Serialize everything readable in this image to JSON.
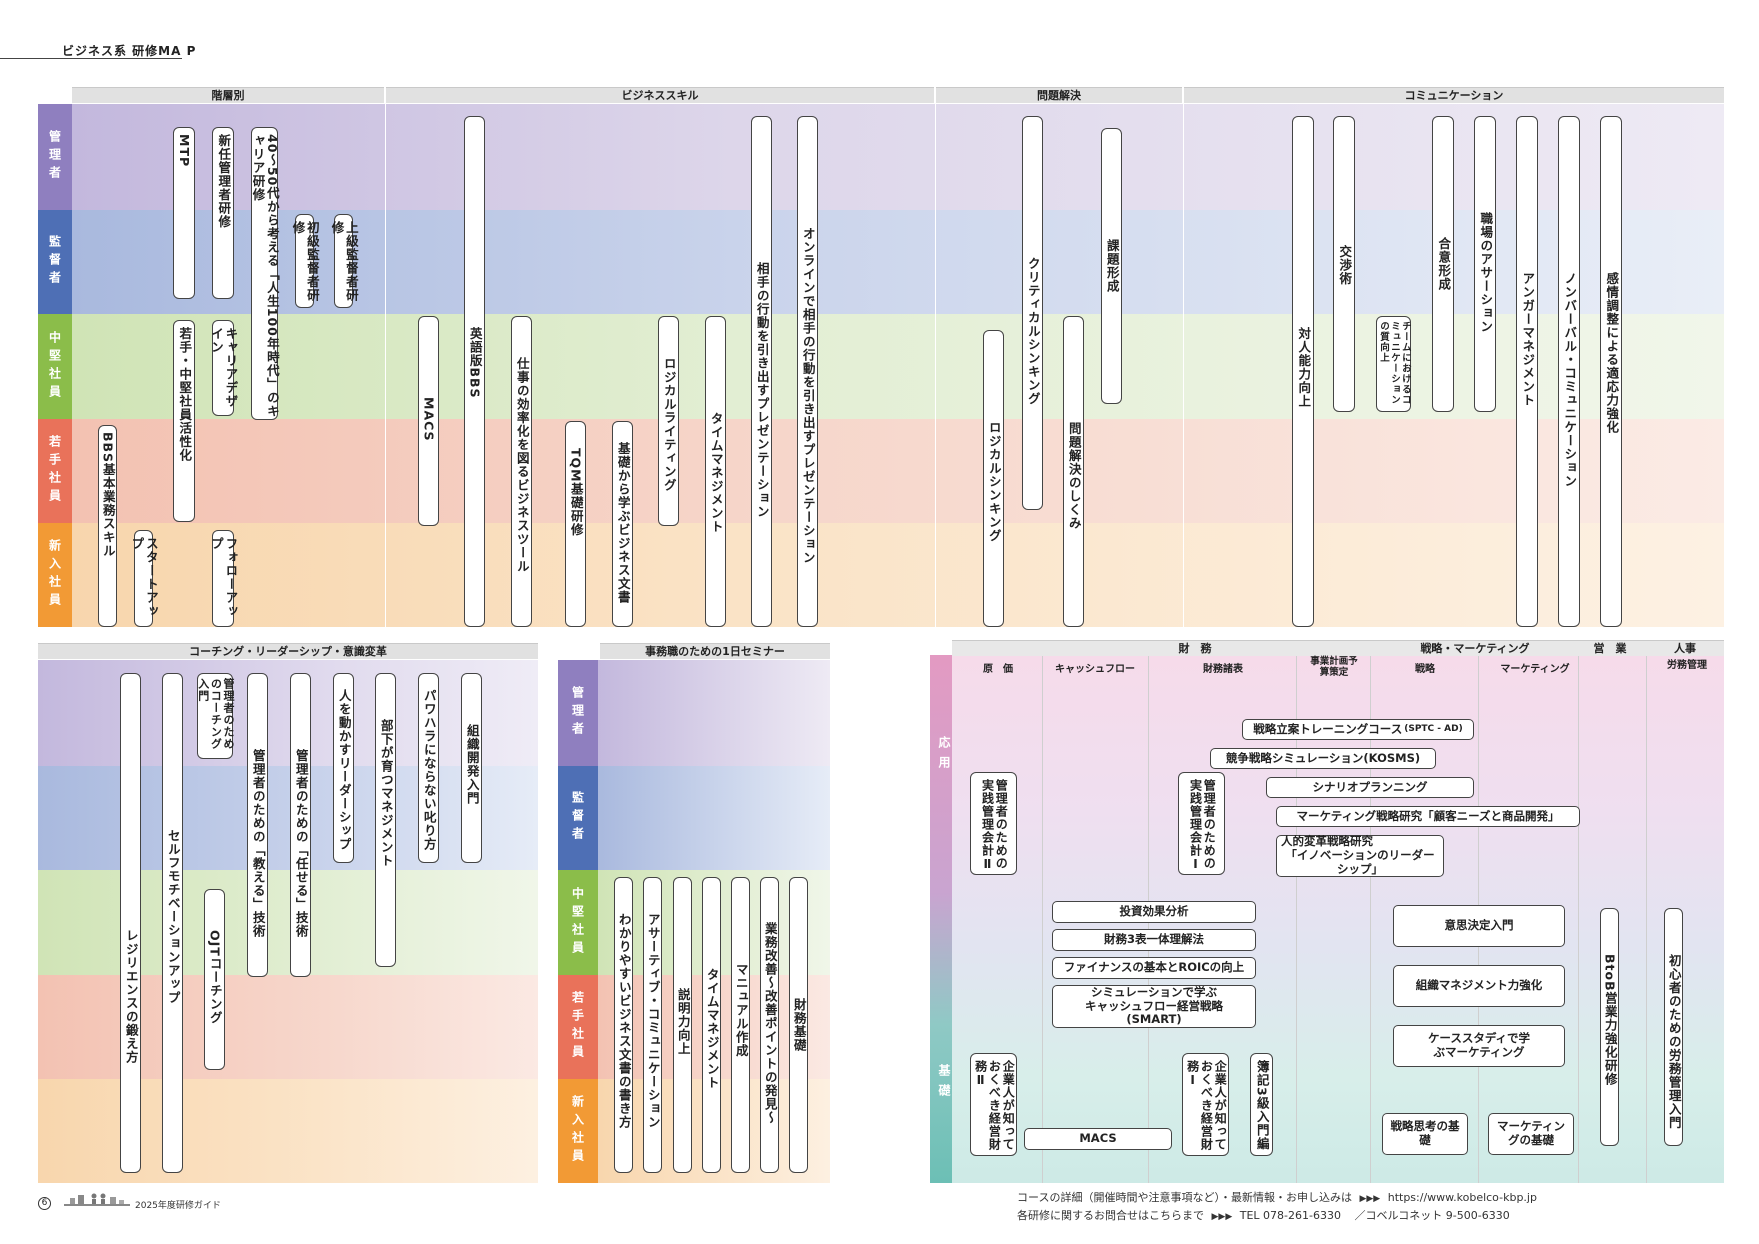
{
  "page": {
    "title": "ビジネス系 研修MA P",
    "page_number": "6",
    "guide_label": "2025年度研修ガイド"
  },
  "colors": {
    "mgr": "#8f7fbf",
    "sup": "#4e6fb5",
    "mid": "#8bbd4a",
    "yng": "#e9725a",
    "new": "#f29a35"
  },
  "levels": [
    "管理者",
    "監督者",
    "中堅社員",
    "若手社員",
    "新入社員"
  ],
  "top": {
    "sections": [
      "階層別",
      "ビジネススキル",
      "問題解決",
      "コミュニケーション"
    ],
    "courses": {
      "bbs_basic": "BBS基本業務スキル",
      "startup": "スタートアップ",
      "mtp": "MTP",
      "young_mid": "若手・中堅社員活性化",
      "new_mgr": "新任管理者研修",
      "career_design": "キャリアデザイン",
      "follow_up": "フォローアップ",
      "career_100": "40～50代から考える「人生100年時代」のキャリア研修",
      "junior_sup": "初級監督者研修",
      "senior_sup": "上級監督者研修",
      "macs": "MACS",
      "bbs_en": "英語版BBS",
      "work_eff": "仕事の効率化を図るビジネスツール",
      "tqm": "TQM基礎研修",
      "biz_doc": "基礎から学ぶビジネス文書",
      "logical_writing": "ロジカルライティング",
      "time_mgmt": "タイムマネジメント",
      "presentation": "相手の行動を引き出すプレゼンテーション",
      "online_pres": "オンラインで相手の行動を引き出すプレゼンテーション",
      "logical_thinking": "ロジカルシンキング",
      "critical_thinking": "クリティカルシンキング",
      "problem_solving": "問題解決のしくみ",
      "issue_forming": "課題形成",
      "interpersonal": "対人能力向上",
      "negotiation": "交渉術",
      "team_comm": "チームにおけるコミュニケーションの質向上",
      "consensus": "合意形成",
      "assertion": "職場のアサーション",
      "anger": "アンガーマネジメント",
      "nonverbal": "ノンバーバル・コミュニケーション",
      "emotion": "感情調整による適応力強化"
    }
  },
  "bottom_left": {
    "section": "コーチング・リーダーシップ・意識変革",
    "courses": {
      "resilience": "レジリエンスの鍛え方",
      "self_motivation": "セルフモチベーションアップ",
      "coaching_intro": "管理者のためのコーチング入門",
      "ojt": "OJTコーチング",
      "teaching": "管理者のための「教える」技術",
      "delegating": "管理者のための「任せる」技術",
      "leadership": "人を動かすリーダーシップ",
      "subordinate": "部下が育つマネジメント",
      "harassment": "パワハラにならない叱り方",
      "org_dev": "組織開発入門"
    }
  },
  "bottom_mid": {
    "section": "事務職のための1日セミナー",
    "courses": {
      "biz_writing": "わかりやすいビジネス文書の書き方",
      "assertive": "アサーティブ・コミュニケーション",
      "explain": "説明力向上",
      "time_mgmt2": "タイムマネジメント",
      "manual": "マニュアル作成",
      "improvement": "業務改善～改善ポイントの発見～",
      "finance_basic": "財務基礎"
    }
  },
  "bottom_right": {
    "header_top": {
      "finance": "財　務",
      "strategy": "戦略・マーケティング",
      "sales": "営　業",
      "hr": "人事"
    },
    "header_sub": {
      "cost": "原　価",
      "cashflow": "キャッシュフロー",
      "statements": "財務諸表",
      "planning": "事業計画予算策定",
      "strategy": "戦略",
      "marketing": "マーケティング",
      "labor": "労務管理"
    },
    "side": {
      "applied": "応用",
      "basic": "基礎"
    },
    "courses": {
      "practical_acc2": "管理者のための実践管理会計Ⅱ",
      "practical_acc1": "管理者のための実践管理会計Ⅰ",
      "sptc": "戦略立案トレーニングコース",
      "sptc_tag": "(SPTC - AD)",
      "kosms": "競争戦略シミュレーション(KOSMS)",
      "scenario": "シナリオプランニング",
      "mkt_research": "マーケティング戦略研究「顧客ニーズと商品開発」",
      "hr_reform1": "人的変革戦略研究",
      "hr_reform2": "「イノベーションのリーダーシップ」",
      "investment": "投資効果分析",
      "fin3": "財務3表一体理解法",
      "roic": "ファイナンスの基本とROICの向上",
      "smart1": "シミュレーションで学ぶ",
      "smart2": "キャッシュフロー経営戦略",
      "smart3": "(SMART)",
      "decision": "意思決定入門",
      "org_mgmt": "組織マネジメント力強化",
      "case_mkt": "ケーススタディで学ぶマーケティング",
      "corp_fin2": "企業人が知っておくべき経営財務Ⅱ",
      "macs2": "MACS",
      "corp_fin1": "企業人が知っておくべき経営財務Ⅰ",
      "bookkeeping": "簿記3級入門編",
      "strategy_basic": "戦略思考の基礎",
      "mkt_basic": "マーケティングの基礎",
      "btob": "BtoB営業力強化研修",
      "labor_intro": "初心者のための労務管理入門"
    }
  },
  "footer": {
    "line1": "コースの詳細（開催時間や注意事項など）・最新情報・お申し込みは",
    "arrows": "▶▶▶",
    "url": "https://www.kobelco-kbp.jp",
    "line2": "各研修に関するお問合せはこちらまで",
    "tel": "TEL 078-261-6330",
    "kobelnet": "／コベルコネット 9-500-6330"
  }
}
